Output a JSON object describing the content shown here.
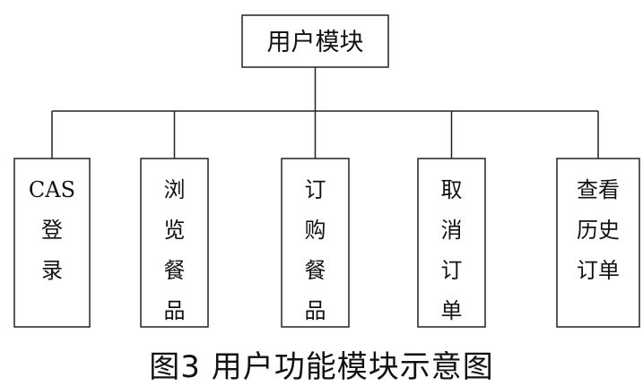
{
  "diagram": {
    "root": {
      "label": "用户模块"
    },
    "children": [
      {
        "lines": [
          "CAS",
          "登",
          "录"
        ]
      },
      {
        "lines": [
          "浏",
          "览",
          "餐",
          "品"
        ]
      },
      {
        "lines": [
          "订",
          "购",
          "餐",
          "品"
        ]
      },
      {
        "lines": [
          "取",
          "消",
          "订",
          "单"
        ]
      },
      {
        "lines": [
          "查看",
          "历史",
          "订单"
        ]
      }
    ]
  },
  "caption": "图3  用户功能模块示意图"
}
